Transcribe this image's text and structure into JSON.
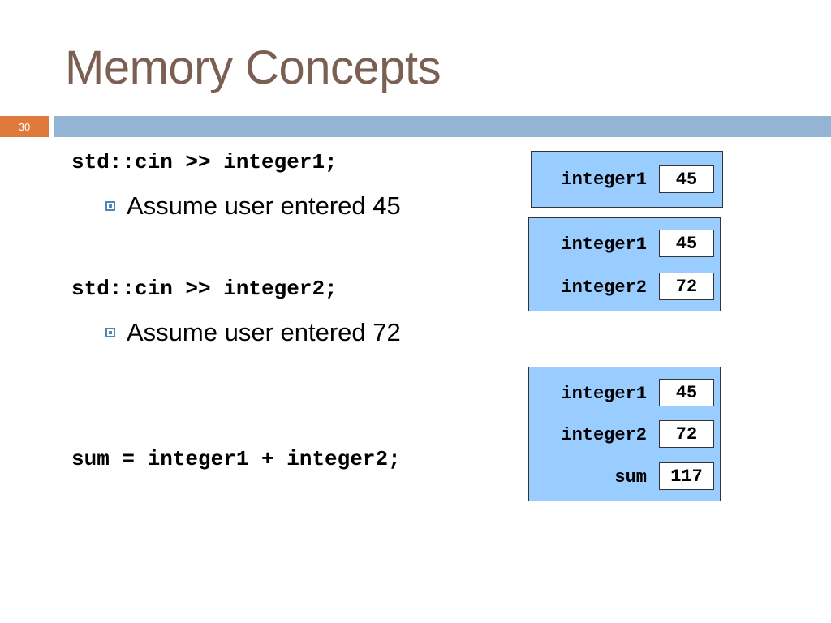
{
  "slide": {
    "title": "Memory Concepts",
    "number": "30"
  },
  "content": {
    "statement1": "std::cin >> integer1;",
    "bullet1": "Assume user entered 45",
    "statement2": "std::cin >> integer2;",
    "bullet2": "Assume user entered 72",
    "statement3": "sum = integer1 + integer2;"
  },
  "memory": {
    "box1": {
      "integer1_label": "integer1",
      "integer1_value": "45"
    },
    "box2": {
      "integer1_label": "integer1",
      "integer1_value": "45",
      "integer2_label": "integer2",
      "integer2_value": "72"
    },
    "box3": {
      "integer1_label": "integer1",
      "integer1_value": "45",
      "integer2_label": "integer2",
      "integer2_value": "72",
      "sum_label": "sum",
      "sum_value": "117"
    }
  },
  "colors": {
    "title": "#7a5f52",
    "slide_number_bg": "#e0793c",
    "header_band": "#93b5d3",
    "memory_box": "#99ccff",
    "bullet": "#4e86b8"
  }
}
